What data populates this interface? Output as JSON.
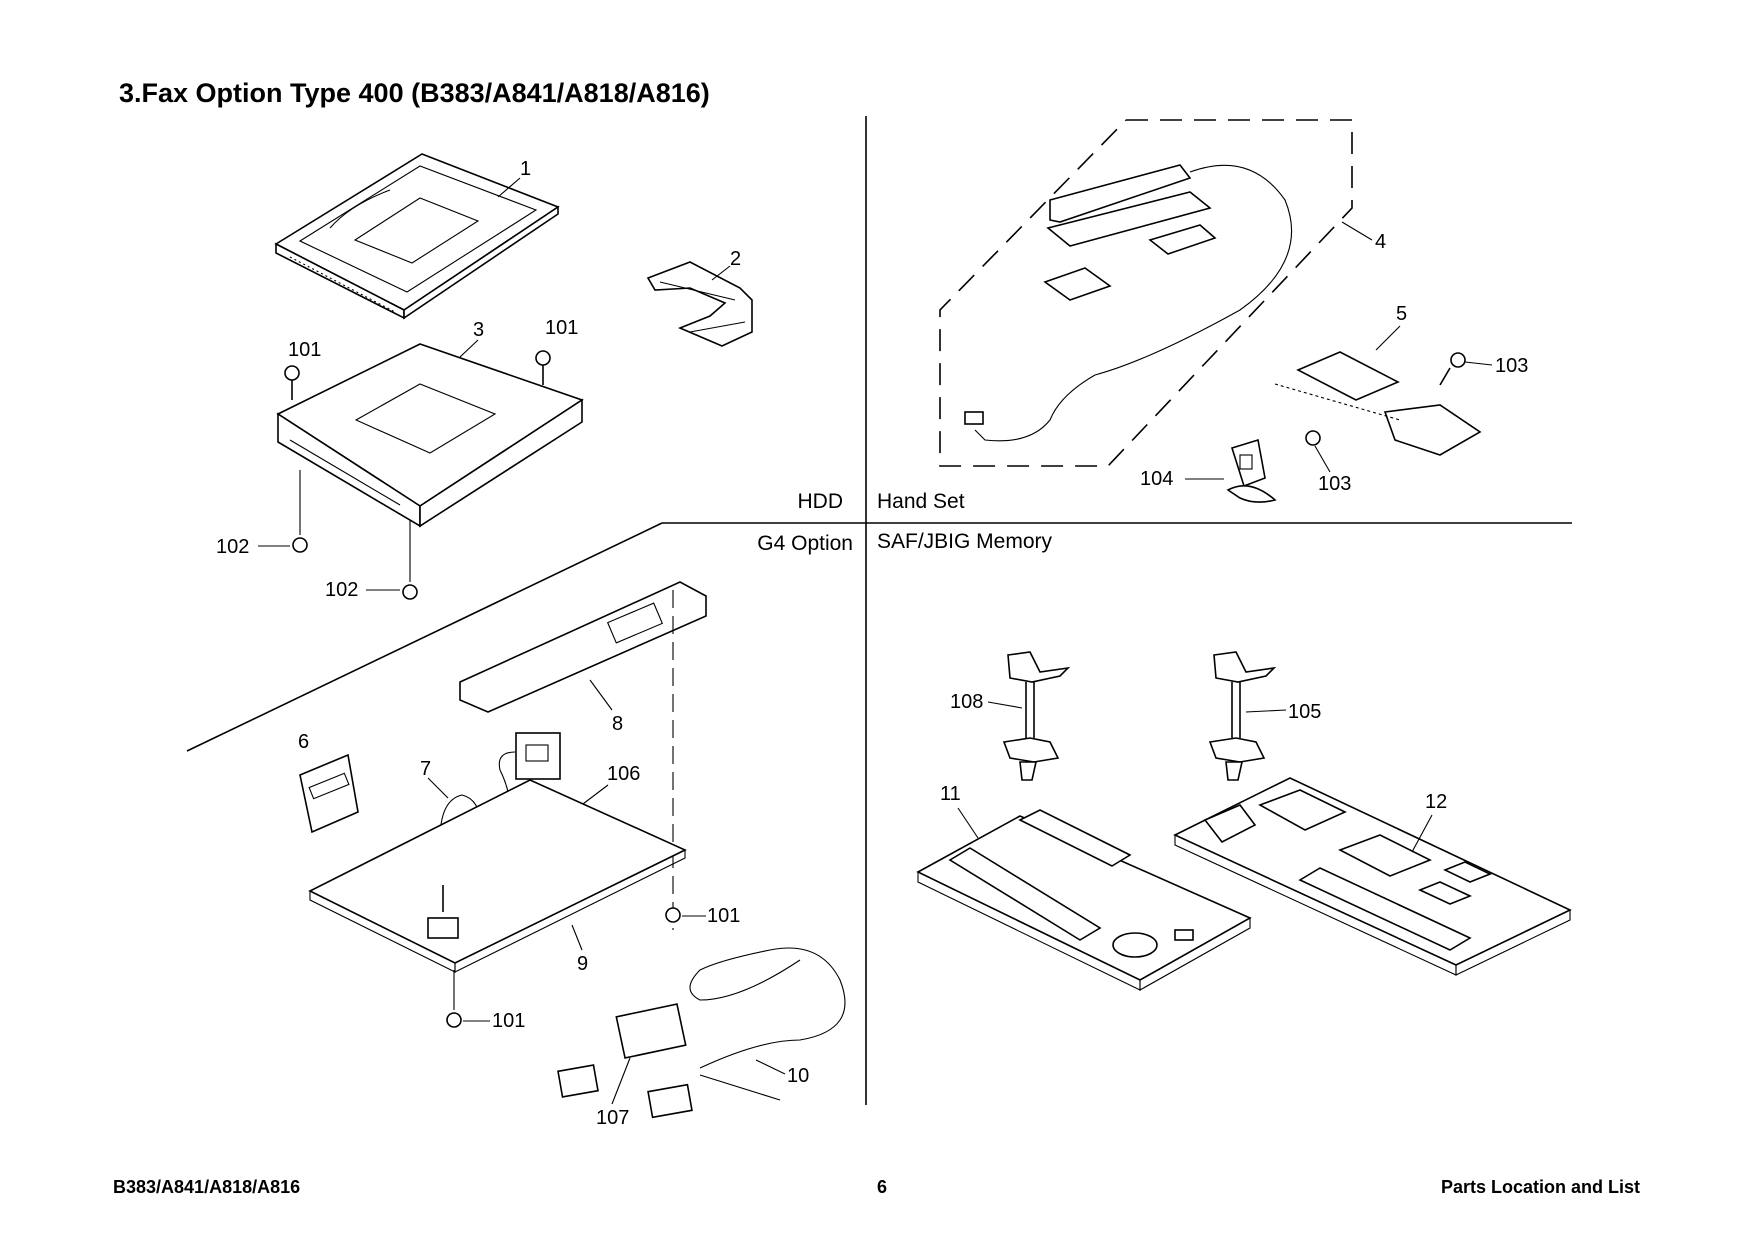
{
  "header": {
    "title": "3.Fax Option Type 400 (B383/A841/A818/A816)"
  },
  "sections": {
    "hdd": "HDD",
    "handset": "Hand Set",
    "g4": "G4 Option",
    "saf": "SAF/JBIG Memory"
  },
  "callouts": {
    "c1": "1",
    "c2": "2",
    "c3": "3",
    "c4": "4",
    "c5": "5",
    "c6": "6",
    "c7": "7",
    "c8": "8",
    "c9": "9",
    "c10": "10",
    "c11": "11",
    "c12": "12",
    "c101a": "101",
    "c101b": "101",
    "c101c": "101",
    "c101d": "101",
    "c102a": "102",
    "c102b": "102",
    "c103a": "103",
    "c103b": "103",
    "c104": "104",
    "c105": "105",
    "c106": "106",
    "c107": "107",
    "c108": "108"
  },
  "footer": {
    "left": "B383/A841/A818/A816",
    "center": "6",
    "right": "Parts Location and List"
  }
}
